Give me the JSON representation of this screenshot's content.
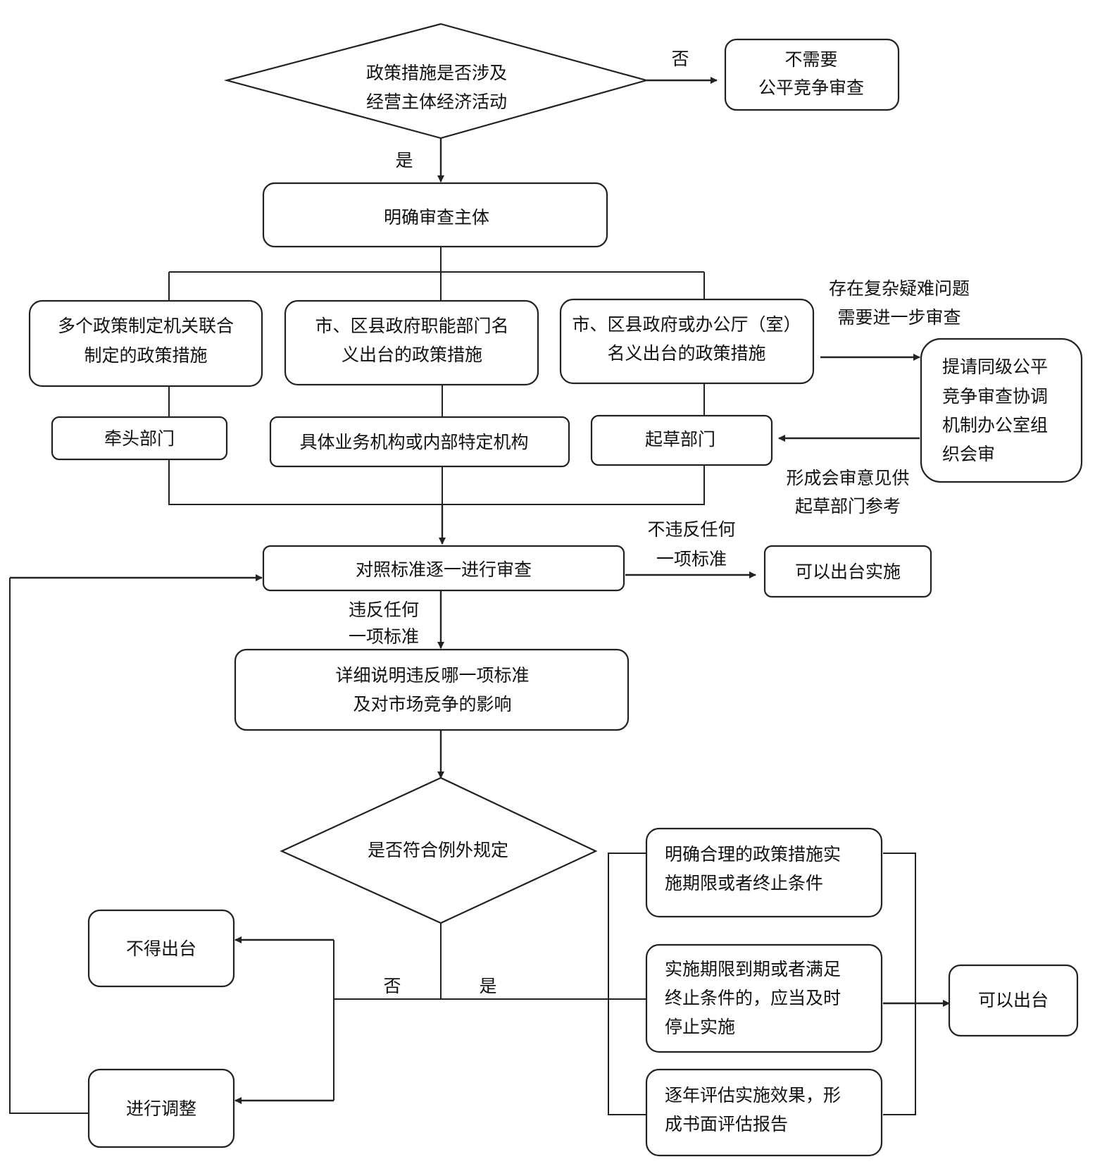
{
  "nodes": {
    "q_involve": [
      "政策措施是否涉及",
      "经营主体经济活动"
    ],
    "no_review": [
      "不需要",
      "公平竞争审查"
    ],
    "define_subject": [
      "明确审查主体"
    ],
    "joint": [
      "多个政策制定机关联合",
      "制定的政策措施"
    ],
    "dept": [
      "市、区县政府职能部门名",
      "义出台的政策措施"
    ],
    "gov": [
      "市、区县政府或办公厅（室）",
      "名义出台的政策措施"
    ],
    "lead_dept": [
      "牵头部门"
    ],
    "specific_org": [
      "具体业务机构或内部特定机构"
    ],
    "draft_dept": [
      "起草部门"
    ],
    "coord_office": [
      "提请同级公平",
      "竞争审查协调",
      "机制办公室组",
      "织会审"
    ],
    "review_each": [
      "对照标准逐一进行审查"
    ],
    "can_issue_impl": [
      "可以出台实施"
    ],
    "detail": [
      "详细说明违反哪一项标准",
      "及对市场竞争的影响"
    ],
    "q_exception": [
      "是否符合例外规定"
    ],
    "not_issue": [
      "不得出台"
    ],
    "adjust": [
      "进行调整"
    ],
    "cond1": [
      "明确合理的政策措施实",
      "施期限或者终止条件"
    ],
    "cond2": [
      "实施期限到期或者满足",
      "终止条件的，应当及时",
      "停止实施"
    ],
    "cond3": [
      "逐年评估实施效果，形",
      "成书面评估报告"
    ],
    "can_issue": [
      "可以出台"
    ]
  },
  "edge_labels": {
    "no_top": [
      "否"
    ],
    "yes_top": [
      "是"
    ],
    "complex": [
      "存在复杂疑难问题",
      "需要进一步审查"
    ],
    "opinion": [
      "形成会审意见供",
      "起草部门参考"
    ],
    "not_violate": [
      "不违反任何",
      "一项标准"
    ],
    "violate": [
      "违反任何",
      "一项标准"
    ],
    "no_bottom": [
      "否"
    ],
    "yes_bottom": [
      "是"
    ]
  },
  "colors": {
    "stroke": "#222222",
    "fill": "#ffffff",
    "text": "#111111"
  }
}
